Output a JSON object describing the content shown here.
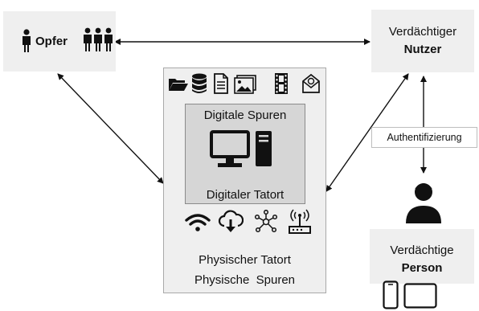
{
  "victim": {
    "label": "Opfer"
  },
  "suspect_user": {
    "line1": "Verdächtiger",
    "line2": "Nutzer"
  },
  "suspect_person": {
    "line1": "Verdächtige",
    "line2": "Person"
  },
  "authentication": {
    "label": "Authentifizierung"
  },
  "center": {
    "digital_traces": "Digitale Spuren",
    "digital_scene": "Digitaler Tatort",
    "physical_scene": "Physischer Tatort",
    "physical_traces": "Physische  Spuren"
  },
  "colors": {
    "panel_bg": "#efefef",
    "inner_bg": "#d6d6d6",
    "ink": "#111111",
    "arrow": "#111111"
  },
  "icons": {
    "top_row": [
      "folder-icon",
      "database-icon",
      "document-icon",
      "image-icon",
      "film-icon",
      "email-icon"
    ],
    "bottom_row": [
      "wifi-icon",
      "cloud-download-icon",
      "network-icon",
      "router-icon"
    ],
    "computer": [
      "monitor-icon",
      "pc-tower-icon"
    ],
    "person": [
      "person-icon"
    ],
    "devices": [
      "smartphone-icon",
      "tablet-icon"
    ]
  }
}
